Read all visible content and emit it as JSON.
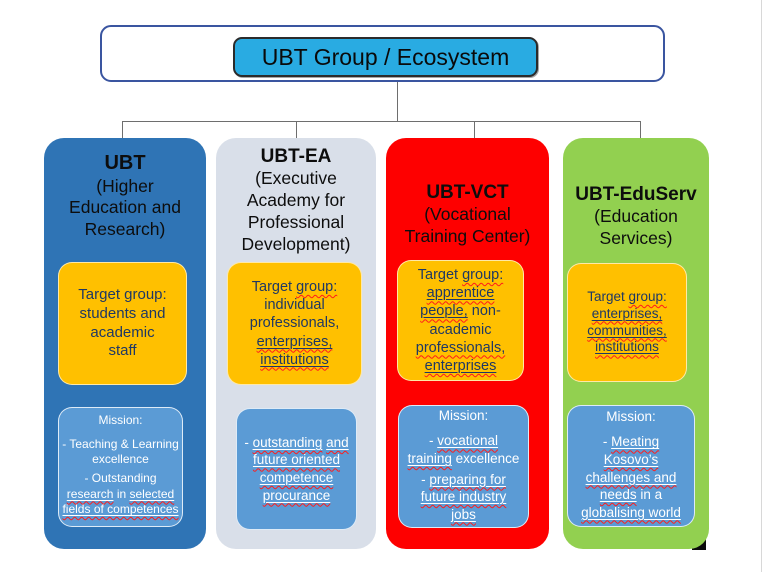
{
  "palette": {
    "col1": "#2f74b5",
    "col2": "#d9dfe9",
    "col3": "#fe0000",
    "col4": "#92d050",
    "target_bg": "#ffc000",
    "mission_bg": "#5b9bd5",
    "title_bg": "#29abe2",
    "title_border": "#3a55a0",
    "target_text": "#1f3864",
    "squiggle": "#ff1b1b",
    "connector": "#6e6e6e"
  },
  "title": {
    "text": "UBT Group / Ecosystem"
  },
  "columns": [
    {
      "name": "UBT",
      "desc": "(Higher Education and Research)",
      "color": "#2f74b5",
      "target": {
        "lines": [
          [
            {
              "t": "Target group:",
              "s": "p"
            }
          ],
          [
            {
              "t": "students and",
              "s": "p"
            }
          ],
          [
            {
              "t": "academic",
              "s": "p"
            }
          ],
          [
            {
              "t": "staff",
              "s": "p"
            }
          ]
        ]
      },
      "mission": {
        "heading": "Mission:",
        "paragraphs": [
          [
            [
              {
                "t": "- Teaching & Learning",
                "s": "p"
              }
            ],
            [
              {
                "t": "excellence",
                "s": "p"
              }
            ]
          ],
          [
            [
              {
                "t": "- Outstanding",
                "s": "p"
              }
            ],
            [
              {
                "t": "research",
                "s": "u"
              },
              {
                "t": " in ",
                "s": "p"
              },
              {
                "t": "selected",
                "s": "u"
              }
            ],
            [
              {
                "t": "fields of competences",
                "s": "u"
              }
            ]
          ]
        ]
      }
    },
    {
      "name": "UBT-EA",
      "desc": "(Executive Academy for Professional Development)",
      "color": "#d9dfe9",
      "target": {
        "lines": [
          [
            {
              "t": "Target ",
              "s": "p"
            },
            {
              "t": "group:",
              "s": "w"
            }
          ],
          [
            {
              "t": "individual",
              "s": "p"
            }
          ],
          [
            {
              "t": "professionals,",
              "s": "p"
            }
          ],
          [
            {
              "t": "enterprises,",
              "s": "u"
            }
          ],
          [
            {
              "t": "institutions",
              "s": "u"
            }
          ]
        ]
      },
      "mission": {
        "heading": "",
        "paragraphs": [
          [
            [
              {
                "t": "- ",
                "s": "p"
              },
              {
                "t": "outstanding",
                "s": "u"
              },
              {
                "t": " ",
                "s": "p"
              },
              {
                "t": "and",
                "s": "u"
              }
            ],
            [
              {
                "t": "future oriented",
                "s": "u"
              }
            ],
            [
              {
                "t": "competence",
                "s": "u"
              }
            ],
            [
              {
                "t": "procurance",
                "s": "u"
              }
            ]
          ]
        ]
      }
    },
    {
      "name": "UBT-VCT",
      "desc": "(Vocational Training Center)",
      "color": "#fe0000",
      "target": {
        "lines": [
          [
            {
              "t": "Target ",
              "s": "p"
            },
            {
              "t": "group:",
              "s": "w"
            }
          ],
          [
            {
              "t": "apprentice",
              "s": "u"
            }
          ],
          [
            {
              "t": "people,",
              "s": "u"
            },
            {
              "t": " non-",
              "s": "p"
            }
          ],
          [
            {
              "t": "academic",
              "s": "p"
            }
          ],
          [
            {
              "t": "professionals,",
              "s": "w"
            }
          ],
          [
            {
              "t": "enterprises",
              "s": "u"
            }
          ]
        ]
      },
      "mission": {
        "heading": "Mission:",
        "paragraphs": [
          [
            [
              {
                "t": "- ",
                "s": "p"
              },
              {
                "t": "vocational",
                "s": "u"
              }
            ],
            [
              {
                "t": "training",
                "s": "u"
              },
              {
                "t": " excellence",
                "s": "p"
              }
            ]
          ],
          [
            [
              {
                "t": "- ",
                "s": "p"
              },
              {
                "t": "preparing for",
                "s": "u"
              }
            ],
            [
              {
                "t": "future industry",
                "s": "u"
              }
            ],
            [
              {
                "t": "jobs",
                "s": "u"
              }
            ]
          ]
        ]
      }
    },
    {
      "name": "UBT-EduServ",
      "desc": "(Education Services)",
      "color": "#92d050",
      "target": {
        "lines": [
          [
            {
              "t": "Target ",
              "s": "p"
            },
            {
              "t": "group:",
              "s": "w"
            }
          ],
          [
            {
              "t": "enterprises,",
              "s": "u"
            }
          ],
          [
            {
              "t": "communities,",
              "s": "u"
            }
          ],
          [
            {
              "t": "institutions",
              "s": "u"
            }
          ]
        ]
      },
      "mission": {
        "heading": "Mission:",
        "paragraphs": [
          [
            [
              {
                "t": "- ",
                "s": "p"
              },
              {
                "t": "Meating",
                "s": "u"
              }
            ],
            [
              {
                "t": "Kosovo’s",
                "s": "u"
              }
            ],
            [
              {
                "t": "challenges and",
                "s": "u"
              }
            ],
            [
              {
                "t": "needs",
                "s": "u"
              },
              {
                "t": " in a",
                "s": "p"
              }
            ],
            [
              {
                "t": "globalising world",
                "s": "u"
              }
            ]
          ]
        ]
      }
    }
  ]
}
